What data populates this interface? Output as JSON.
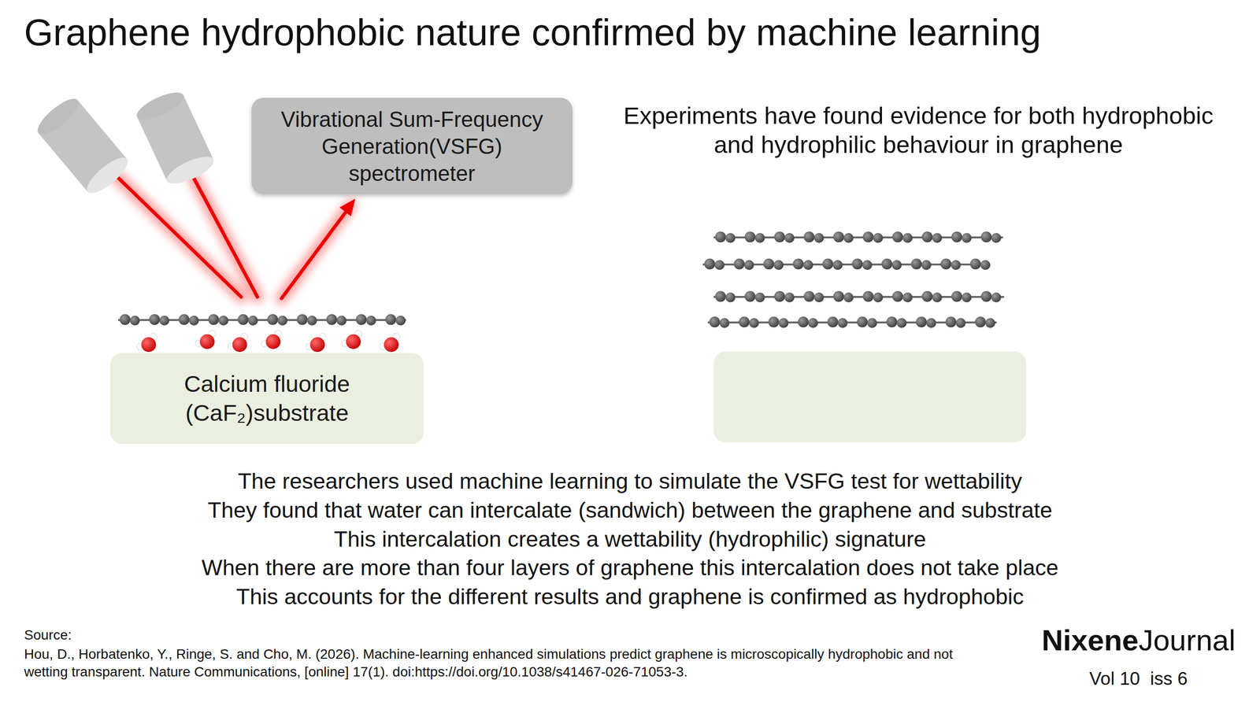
{
  "diagram": {
    "title": "Graphene hydrophobic nature confirmed by machine learning",
    "nodes": [
      {
        "text": [
          "Vibrational Sum-Frequency Generation(VSFG) spectrometer"
        ]
      },
      {
        "text": [
          "Calcium fluoride (CaF₂)substrate"
        ]
      }
    ],
    "labels": [
      "Experiments have found evidence for both hydrophobic and hydrophilic behaviour in graphene",
      "The researchers used machine learning to simulate the VSFG test for wettability",
      "They found that water can intercalate (sandwich) between the graphene and substrate",
      "This intercalation creates a wettability (hydrophilic) signature",
      "When there are more than four layers of graphene this intercalation does not take place",
      "This accounts for the different results and graphene is confirmed as hydrophobic",
      "Source:",
      "Hou, D., Horbatenko, Y., Ringe, S. and Cho, M. (2026). Machine-learning enhanced simulations predict graphene is microscopically hydrophobic and not wetting transparent. Nature Communications, [online] 17(1). doi:https://doi.org/10.1038/s41467-026-71053-3.",
      "Nixene",
      "Journal",
      "Vol 10  iss 6"
    ]
  }
}
